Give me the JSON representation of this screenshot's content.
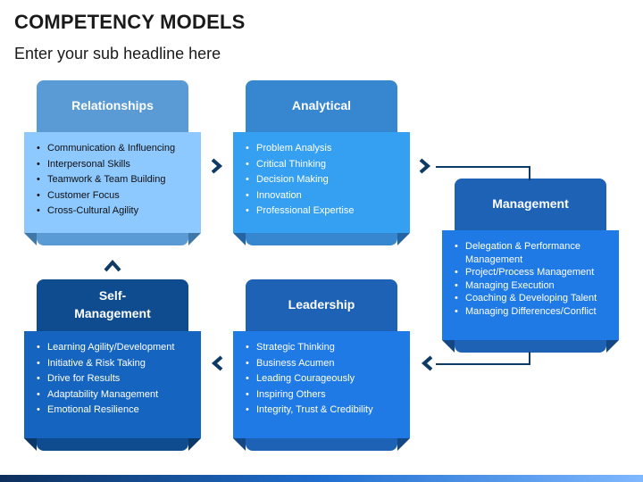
{
  "header": {
    "title": "COMPETENCY MODELS",
    "subtitle": "Enter your sub headline here"
  },
  "cards": {
    "relationships": {
      "title": "Relationships",
      "items": [
        "Communication & Influencing",
        "Interpersonal Skills",
        "Teamwork & Team Building",
        "Customer Focus",
        "Cross-Cultural Agility"
      ]
    },
    "analytical": {
      "title": "Analytical",
      "items": [
        "Problem Analysis",
        "Critical Thinking",
        "Decision Making",
        "Innovation",
        "Professional Expertise"
      ]
    },
    "management": {
      "title": "Management",
      "items": [
        "Delegation & Performance Management",
        "Project/Process Management",
        "Managing Execution",
        "Coaching & Developing Talent",
        "Managing Differences/Conflict"
      ]
    },
    "leadership": {
      "title": "Leadership",
      "items": [
        "Strategic Thinking",
        "Business Acumen",
        "Leading Courageously",
        "Inspiring Others",
        "Integrity, Trust & Credibility"
      ]
    },
    "self_management": {
      "title": "Self-\nManagement",
      "items": [
        "Learning Agility/Development",
        "Initiative & Risk Taking",
        "Drive for Results",
        "Adaptability Management",
        "Emotional Resilience"
      ]
    }
  },
  "colors": {
    "connector": "#0d3b66",
    "relationships": "#8dc8ff",
    "analytical": "#35a0f2",
    "management": "#1f7ae6",
    "leadership": "#1f7ae6",
    "self_management": "#1565c0"
  },
  "flow_arrows": [
    "chevron-right",
    "chevron-right",
    "chevron-left",
    "chevron-left",
    "chevron-up"
  ]
}
